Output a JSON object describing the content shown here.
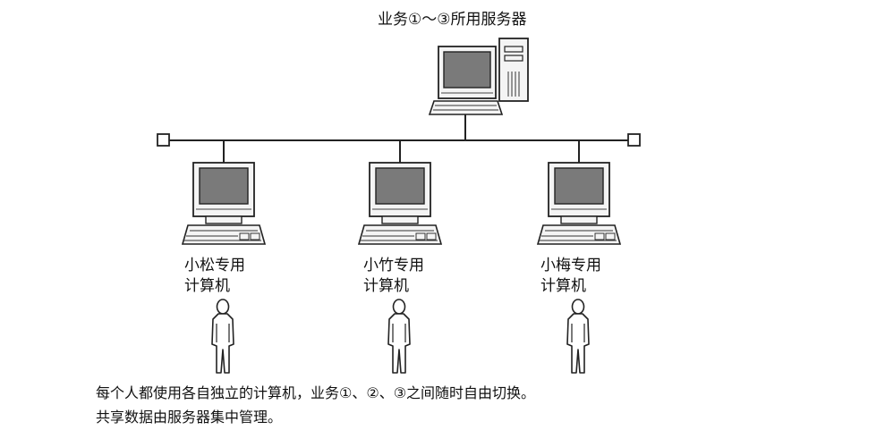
{
  "server": {
    "label": "业务①～③所用服务器"
  },
  "clients": [
    {
      "line1": "小松专用",
      "line2": "计算机"
    },
    {
      "line1": "小竹专用",
      "line2": "计算机"
    },
    {
      "line1": "小梅专用",
      "line2": "计算机"
    }
  ],
  "caption": {
    "line1": "每个人都使用各自独立的计算机，业务①、②、③之间随时自由切换。",
    "line2": "共享数据由服务器集中管理。"
  },
  "icons": {
    "server": "server-computer-icon",
    "client": "desktop-computer-icon",
    "person": "person-icon",
    "terminator": "network-terminator-icon"
  }
}
